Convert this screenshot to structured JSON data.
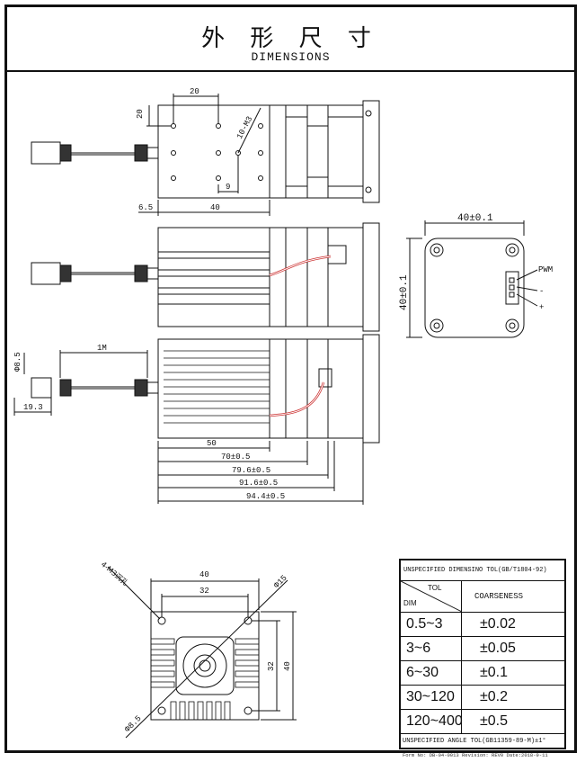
{
  "title": {
    "cn": "外 形 尺 寸",
    "en": "DIMENSIONS"
  },
  "top_view": {
    "d20h": "20",
    "d20v": "20",
    "holes": "10-M3",
    "d9": "9",
    "d65": "6.5",
    "d40": "40"
  },
  "side_view": {
    "cable": "1M",
    "dia": "Φ8.5",
    "d193": "19.3",
    "d50": "50",
    "d70": "70±0.5",
    "d796": "79.6±0.5",
    "d916": "91.6±0.5",
    "d944": "94.4±0.5"
  },
  "back_view": {
    "w": "40±0.1",
    "h": "40±0.1",
    "pwm": "PWM",
    "minus": "-",
    "plus": "+"
  },
  "front_view": {
    "holes": "4-M3沉孔",
    "d40": "40",
    "d32h": "32",
    "d32v": "32",
    "d40v": "40",
    "dia15": "Φ15",
    "dia85": "Φ8.5"
  },
  "tolerance_table": {
    "header": "UNSPECIFIED DIMENSINO TOL(GB/T1804-92)",
    "col_tol": "TOL",
    "col_dim": "DIM",
    "col_coarse": "COARSENESS",
    "rows": [
      {
        "dim": "0.5~3",
        "val": "±0.02"
      },
      {
        "dim": "3~6",
        "val": "±0.05"
      },
      {
        "dim": "6~30",
        "val": "±0.1"
      },
      {
        "dim": "30~120",
        "val": "±0.2"
      },
      {
        "dim": "120~400",
        "val": "±0.5"
      }
    ],
    "angle": "UNSPECIFIED ANGLE TOL(GB11359-89-M)±1°",
    "form": "Form No: DB-04-0013 Revision: REV0 Date:2018-9-11"
  }
}
